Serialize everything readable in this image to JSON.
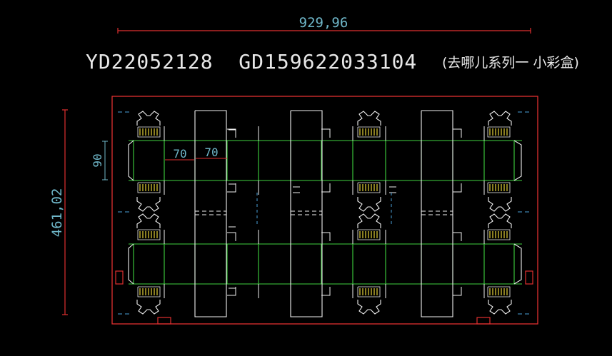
{
  "drawing": {
    "overall_width": "929,96",
    "overall_height": "461,02",
    "panel_height": "90",
    "segment_a": "70",
    "segment_b": "70",
    "title_codes": "YD22052128  GD159622033104",
    "title_desc": "(去哪儿系列一 小彩盒)"
  },
  "colors": {
    "background": "#000000",
    "border": "#e03030",
    "dimension": "#6fb7c9",
    "cut_line": "#f0f0f0",
    "crease_line": "#3fd23f",
    "slot_line": "#e6d23a",
    "hidden_line": "#4aa0d8"
  }
}
